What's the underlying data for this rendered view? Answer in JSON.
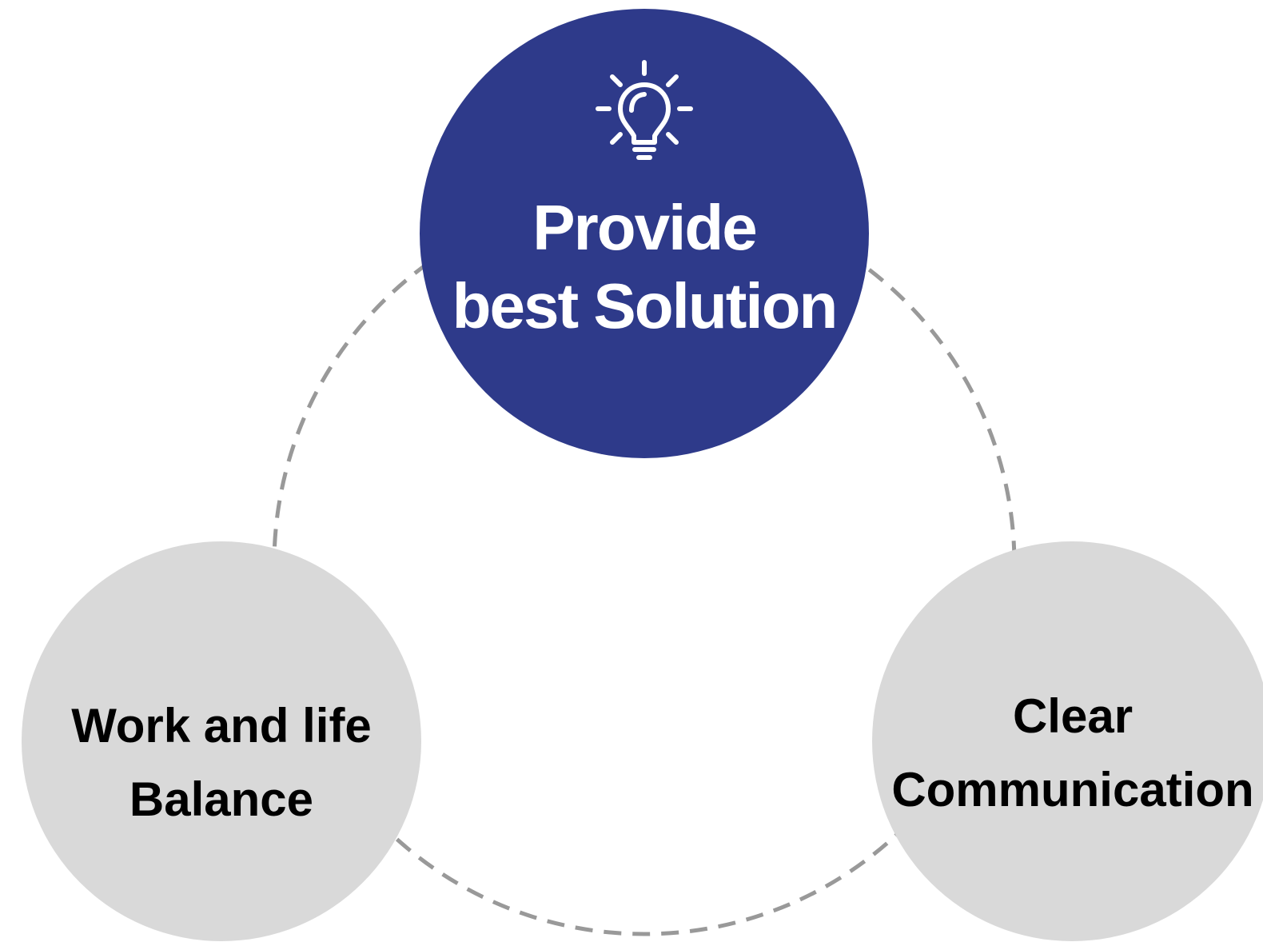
{
  "diagram": {
    "colors": {
      "primary_fill": "#2e3a8a",
      "secondary_fill": "#d9d9d9",
      "dashed_ring": "#999999",
      "primary_text": "#ffffff",
      "secondary_text": "#000000"
    },
    "icon": "lightbulb-icon",
    "nodes": {
      "top": {
        "line1": "Provide",
        "line2": "best Solution"
      },
      "left": {
        "line1": "Work and life",
        "line2": "Balance"
      },
      "right": {
        "line1": "Clear",
        "line2": "Communication"
      }
    }
  }
}
